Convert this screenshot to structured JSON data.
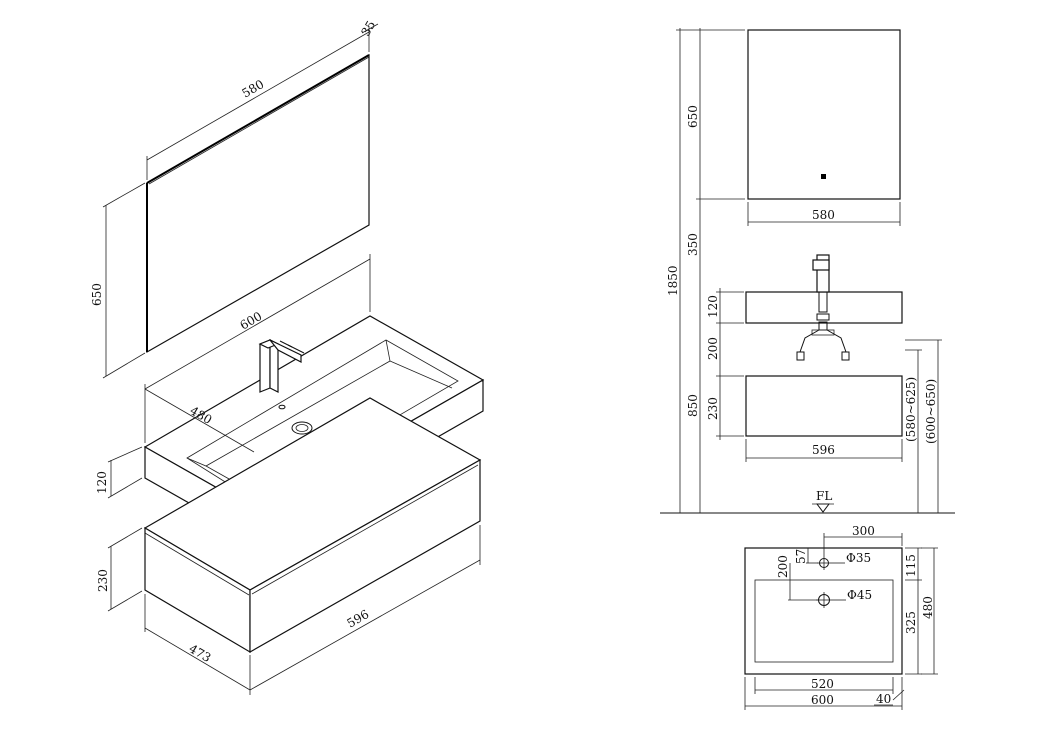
{
  "iso": {
    "mirror_thickness": "35",
    "mirror_width": "580",
    "mirror_height": "650",
    "basin_width": "600",
    "basin_depth": "480",
    "basin_height": "120",
    "cabinet_height": "230",
    "cabinet_width": "596",
    "cabinet_depth": "473"
  },
  "front": {
    "total_height": "1850",
    "mirror_height": "650",
    "mirror_width": "580",
    "gap_mirror_basin": "350",
    "basin_height": "120",
    "gap_basin_cabinet": "200",
    "floor_to_basin": "850",
    "cabinet_height": "230",
    "cabinet_width": "596",
    "range_a": "(580~625)",
    "range_b": "(600~650)",
    "floor_label": "FL"
  },
  "plan": {
    "faucet_offset": "300",
    "tap_hole": "Φ35",
    "drain_hole": "Φ45",
    "tap_edge": "57",
    "drain_offset": "200",
    "top_depth": "115",
    "bowl_depth": "325",
    "overall_depth": "480",
    "bowl_width": "520",
    "overall_width": "600",
    "rim": "40"
  }
}
